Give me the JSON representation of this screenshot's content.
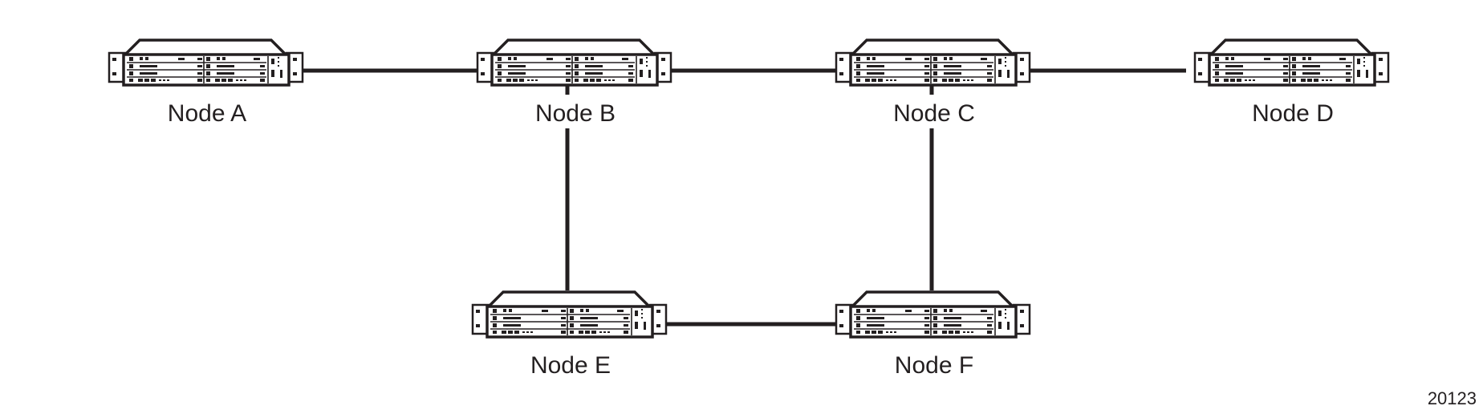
{
  "diagram": {
    "colors": {
      "line": "#231f20",
      "background": "#ffffff"
    },
    "device_icon": "rack-router-icon",
    "nodes": [
      {
        "id": "A",
        "label": "Node A"
      },
      {
        "id": "B",
        "label": "Node B"
      },
      {
        "id": "C",
        "label": "Node C"
      },
      {
        "id": "D",
        "label": "Node D"
      },
      {
        "id": "E",
        "label": "Node E"
      },
      {
        "id": "F",
        "label": "Node F"
      }
    ],
    "links": [
      {
        "from": "A",
        "to": "B"
      },
      {
        "from": "B",
        "to": "C"
      },
      {
        "from": "C",
        "to": "D"
      },
      {
        "from": "B",
        "to": "E"
      },
      {
        "from": "C",
        "to": "F"
      },
      {
        "from": "E",
        "to": "F"
      }
    ],
    "figure_id": "20123"
  }
}
